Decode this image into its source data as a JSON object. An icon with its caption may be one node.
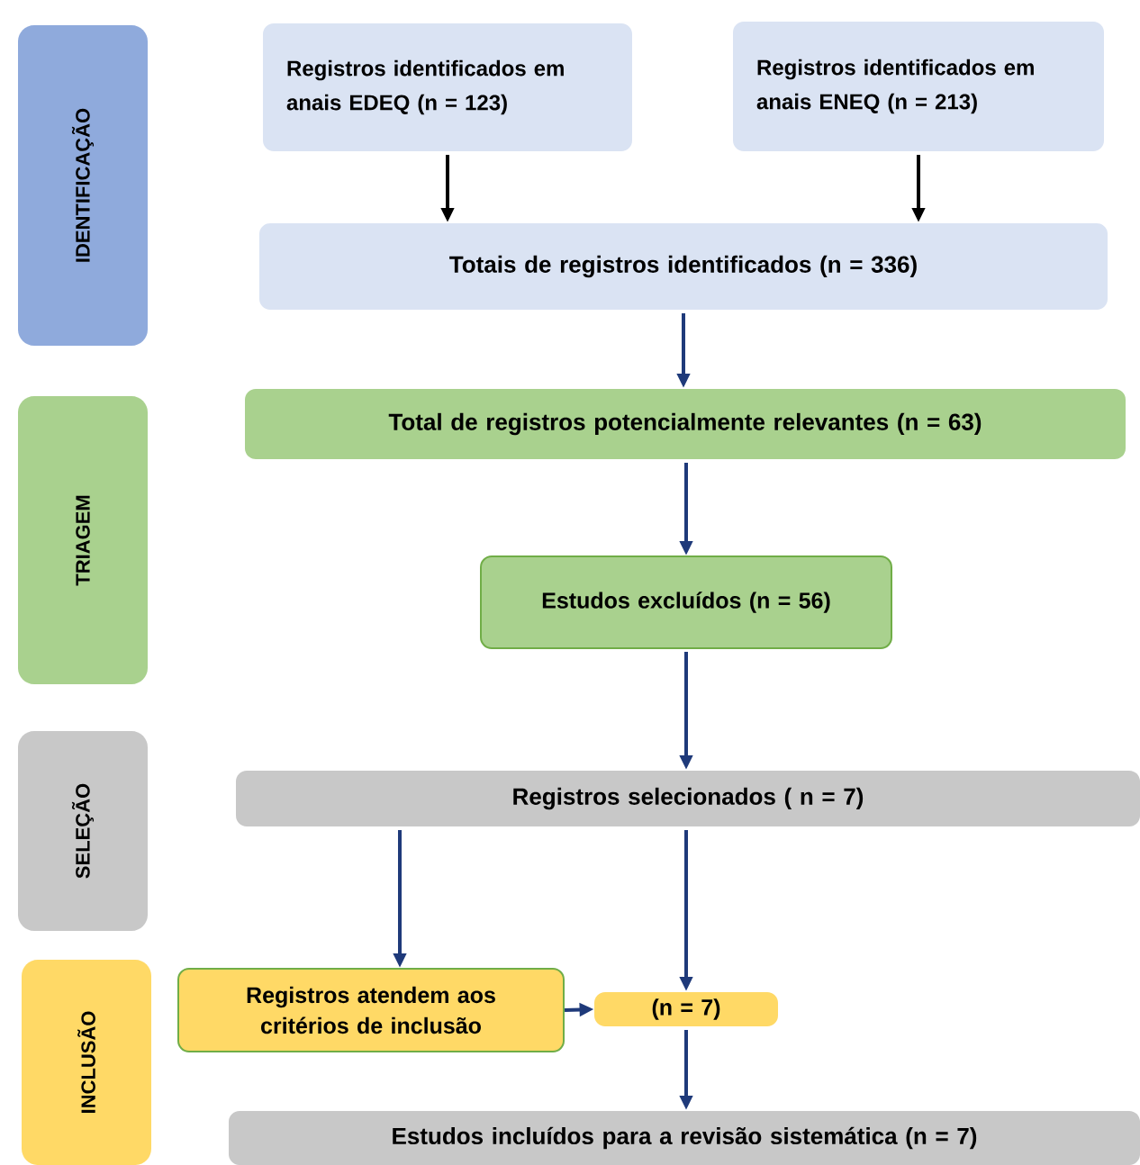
{
  "diagram": {
    "nodes": [
      {
        "text": [
          "IDENTIFICAÇÃO"
        ]
      },
      {
        "text": [
          "TRIAGEM"
        ]
      },
      {
        "text": [
          "SELEÇÃO"
        ]
      },
      {
        "text": [
          "INCLUSÃO"
        ]
      },
      {
        "text": [
          "Registros identificados em anais EDEQ (n = 123)"
        ]
      },
      {
        "text": [
          "Registros identificados em anais ENEQ (n = 213)"
        ]
      },
      {
        "text": [
          "Totais de registros identificados (n = 336)"
        ]
      },
      {
        "text": [
          "Total de registros potencialmente relevantes (n = 63)"
        ]
      },
      {
        "text": [
          "Estudos excluídos (n = 56)"
        ]
      },
      {
        "text": [
          "Registros selecionados ( n = 7)"
        ]
      },
      {
        "text": [
          "Registros atendem aos critérios de inclusão"
        ]
      },
      {
        "text": [
          "(n = 7)"
        ]
      },
      {
        "text": [
          "Estudos incluídos para a revisão sistemática (n = 7)"
        ]
      }
    ],
    "edges": [
      {
        "from": 4,
        "to": 6,
        "arrow": "to",
        "color": "#000000"
      },
      {
        "from": 5,
        "to": 6,
        "arrow": "to",
        "color": "#000000"
      },
      {
        "from": 6,
        "to": 7,
        "arrow": "to"
      },
      {
        "from": 7,
        "to": 8,
        "arrow": "to"
      },
      {
        "from": 8,
        "to": 9,
        "arrow": "to"
      },
      {
        "from": 9,
        "to": 10,
        "arrow": "to"
      },
      {
        "from": 9,
        "to": 11,
        "arrow": "to"
      },
      {
        "from": 10,
        "to": 11,
        "arrow": "to"
      },
      {
        "from": 11,
        "to": 12,
        "arrow": "to"
      }
    ]
  }
}
